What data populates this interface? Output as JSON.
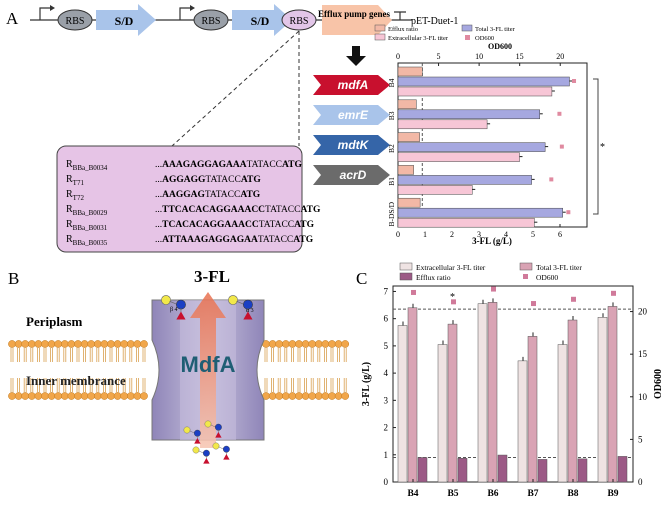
{
  "panel_labels": {
    "a": "A",
    "b": "B",
    "c": "C"
  },
  "panel_a": {
    "construct": {
      "rbs_labels": [
        "RBS",
        "RBS",
        "RBS"
      ],
      "sd_labels": [
        "S/D",
        "S/D"
      ],
      "gene_box": "Efflux pump genes",
      "plasmid": "pET-Duet-1"
    },
    "genes": [
      {
        "label": "mdfA",
        "color": "#c8102e"
      },
      {
        "label": "emrE",
        "color": "#a9c4ea"
      },
      {
        "label": "mdtK",
        "color": "#3565a8"
      },
      {
        "label": "acrD",
        "color": "#6b6b6b"
      }
    ],
    "rbs_table": [
      {
        "name": "R",
        "sub": "BBa_B0034",
        "seq_bold": "AAAGAGGAGAAA",
        "seq_plain": "TATACC",
        "atg": "ATG"
      },
      {
        "name": "R",
        "sub": "T71",
        "seq_bold": "AGGAGG",
        "seq_plain": "TATACC",
        "atg": "ATG"
      },
      {
        "name": "R",
        "sub": "T72",
        "seq_bold": "AAGGAG",
        "seq_plain": "TATACC",
        "atg": "ATG"
      },
      {
        "name": "R",
        "sub": "BBa_B0029",
        "seq_bold": "TTCACACAGGAAACC",
        "seq_plain": "TATACC",
        "atg": "ATG"
      },
      {
        "name": "R",
        "sub": "BBa_B0031",
        "seq_bold": "TCACACAGGAAACC",
        "seq_plain": "TATACC",
        "atg": "ATG"
      },
      {
        "name": "R",
        "sub": "BBa_B0035",
        "seq_bold": "ATTAAAGAGGAGAA",
        "seq_plain": "TATACC",
        "atg": "ATG"
      }
    ],
    "rbs_ellipsis": "...",
    "significance": "*"
  },
  "panel_b": {
    "product": "3-FL",
    "protein": "MdfA",
    "periplasm": "Periplasm",
    "inner_membrane": "Inner membrance",
    "glycan_alpha": "α 3",
    "glycan_beta": "β 4"
  },
  "chart_data": [
    {
      "type": "bar",
      "orientation": "horizontal",
      "categories": [
        "B4",
        "B3",
        "B2",
        "B1",
        "B-DS/D"
      ],
      "series": [
        {
          "name": "Efflux ratio",
          "color": "#f2b8a6",
          "values": [
            0.9,
            0.68,
            0.8,
            0.58,
            0.82
          ]
        },
        {
          "name": "Total 3-FL titer",
          "color": "#a6a8e0",
          "values": [
            6.35,
            5.25,
            5.45,
            4.95,
            6.1
          ]
        },
        {
          "name": "Extracellular 3-FL titer",
          "color": "#f7c6d6",
          "values": [
            5.7,
            3.3,
            4.5,
            2.75,
            5.05
          ]
        },
        {
          "name": "OD600",
          "color": "#e08aa0",
          "values": [
            21.7,
            19.9,
            20.2,
            18.9,
            21.0
          ]
        }
      ],
      "legend": [
        "Efflux ratio",
        "Total 3-FL titer",
        "Extracellular 3-FL titer",
        "OD600"
      ],
      "xlabel": "3-FL (g/L)",
      "x2label": "OD600",
      "xlim": [
        0,
        7
      ],
      "x2lim": [
        0,
        23.3
      ],
      "xticks": [
        0,
        1,
        2,
        3,
        4,
        5,
        6
      ],
      "x2ticks": [
        0,
        5,
        10,
        15,
        20
      ],
      "ref_line": 0.9,
      "legend_position": "top"
    },
    {
      "type": "bar",
      "orientation": "vertical",
      "categories": [
        "B4",
        "B5",
        "B6",
        "B7",
        "B8",
        "B9"
      ],
      "series": [
        {
          "name": "Extracellular 3-FL titer",
          "color": "#efe3e3",
          "values": [
            5.75,
            5.05,
            6.55,
            4.45,
            5.05,
            6.05
          ]
        },
        {
          "name": "Total 3-FL titer",
          "color": "#d9a3b4",
          "values": [
            6.4,
            5.8,
            6.6,
            5.35,
            5.95,
            6.45
          ]
        },
        {
          "name": "Efflux ratio",
          "color": "#9c5a86",
          "values": [
            0.9,
            0.87,
            0.99,
            0.83,
            0.85,
            0.94
          ]
        },
        {
          "name": "OD600",
          "color": "#d07a9a",
          "values": [
            22.3,
            21.2,
            22.7,
            21.0,
            21.5,
            22.2
          ]
        }
      ],
      "legend": [
        "Extracellular 3-FL titer",
        "Total 3-FL titer",
        "Efflux ratio",
        "OD600"
      ],
      "ylabel": "3-FL (g/L)",
      "y2label": "OD600",
      "ylim": [
        0,
        7.2
      ],
      "y2lim": [
        0,
        23.0
      ],
      "yticks": [
        0,
        1,
        2,
        3,
        4,
        5,
        6,
        7
      ],
      "y2ticks": [
        0,
        5,
        10,
        15,
        20
      ],
      "ref_lines": [
        6.35,
        0.9
      ],
      "significance": "*",
      "legend_position": "top"
    }
  ]
}
